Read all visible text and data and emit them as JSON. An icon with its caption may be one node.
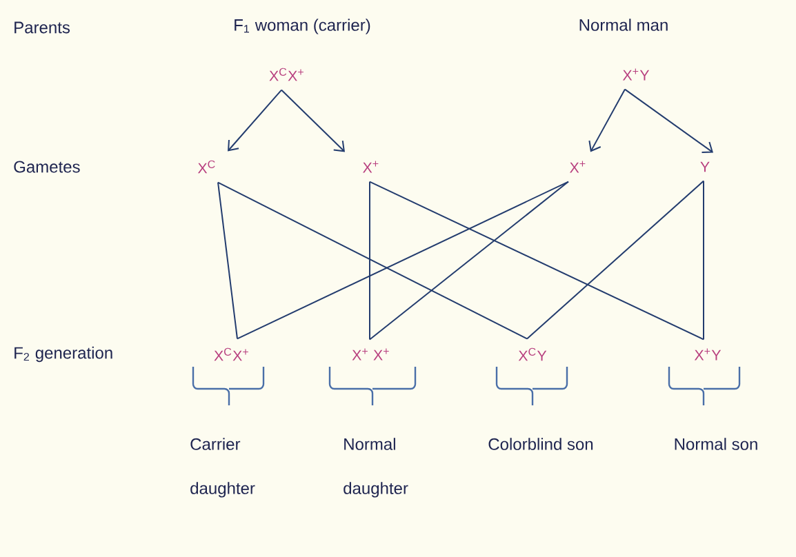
{
  "diagram": {
    "nodes": [
      {
        "text": [
          "X$^{C}$X$^{+}$"
        ]
      },
      {
        "text": [
          "X$^{+}$Y"
        ]
      },
      {
        "text": [
          "X$^{C}$"
        ]
      },
      {
        "text": [
          "X$^{+}$"
        ]
      },
      {
        "text": [
          "X$^{+}$"
        ]
      },
      {
        "text": [
          "Y"
        ]
      },
      {
        "text": [
          "X$^{C}$X$^{+}$"
        ]
      },
      {
        "text": [
          "X$^{+}$ X$^{+}$"
        ]
      },
      {
        "text": [
          "X$^{C}$Y"
        ]
      },
      {
        "text": [
          "X$^{+}$Y"
        ]
      }
    ],
    "edges": [
      {
        "from": 0,
        "to": 2,
        "arrow": "to"
      },
      {
        "from": 0,
        "to": 3,
        "arrow": "to"
      },
      {
        "from": 1,
        "to": 4,
        "arrow": "to"
      },
      {
        "from": 1,
        "to": 5,
        "arrow": "to"
      },
      {
        "from": 2,
        "to": 6,
        "arrow": "none"
      },
      {
        "from": 2,
        "to": 8,
        "arrow": "none"
      },
      {
        "from": 3,
        "to": 7,
        "arrow": "none"
      },
      {
        "from": 3,
        "to": 9,
        "arrow": "none"
      },
      {
        "from": 4,
        "to": 6,
        "arrow": "none"
      },
      {
        "from": 4,
        "to": 7,
        "arrow": "none"
      },
      {
        "from": 5,
        "to": 8,
        "arrow": "none"
      },
      {
        "from": 5,
        "to": 9,
        "arrow": "none"
      }
    ],
    "labels": [
      "Parents",
      "F$_{1}$ woman (carrier)",
      "Normal man",
      "Gametes",
      "F$_{2}$ generation",
      "Carrier daughter",
      "Normal daughter",
      "Colorblind son",
      "Normal son"
    ]
  }
}
